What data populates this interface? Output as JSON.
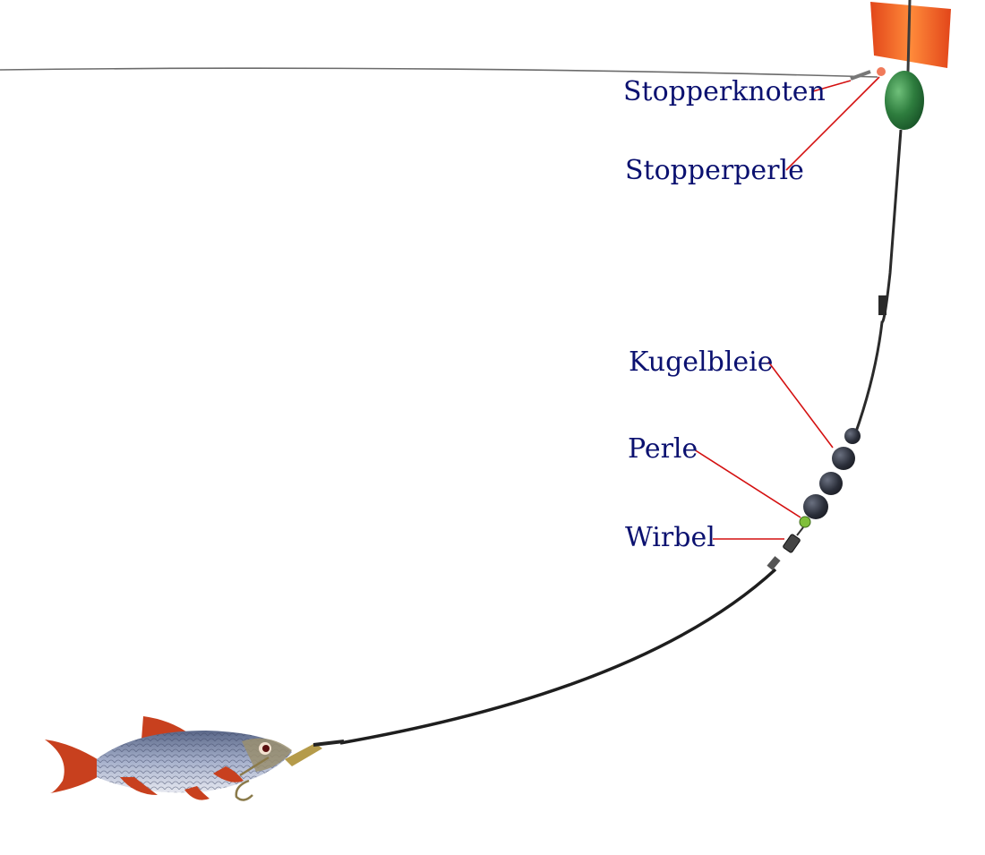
{
  "labels": {
    "stopperknoten": "Stopperknoten",
    "stopperperle": "Stopperperle",
    "kugelbleie": "Kugelbleie",
    "perle": "Perle",
    "wirbel": "Wirbel"
  },
  "colors": {
    "label_text": "#0b1170",
    "pointer_line": "#d41010",
    "fishing_line": "#2a2a2a",
    "float_body": "#2e7d3e",
    "float_top": "#f05a1e",
    "sinker": "#2b2f3a",
    "bead": "#7fbf3a",
    "fish_body": "#8a95b5",
    "fish_fins": "#c8401e"
  }
}
